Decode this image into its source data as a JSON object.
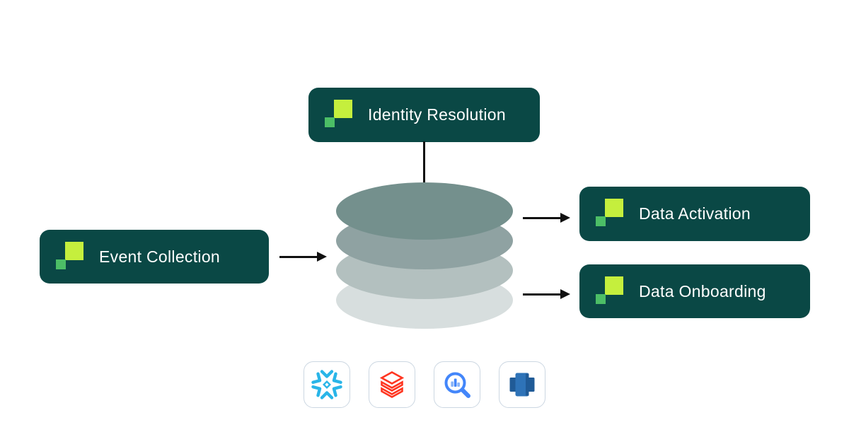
{
  "diagram": {
    "nodes": [
      {
        "id": "identity-resolution",
        "label": "Identity Resolution"
      },
      {
        "id": "event-collection",
        "label": "Event Collection"
      },
      {
        "id": "data-activation",
        "label": "Data Activation"
      },
      {
        "id": "data-onboarding",
        "label": "Data Onboarding"
      }
    ],
    "warehouse_stack": {
      "layer_colors": [
        "#74908D",
        "#8FA2A2",
        "#B3C0BF",
        "#D7DEDE"
      ]
    },
    "integrations": [
      {
        "name": "snowflake-icon",
        "color": "#29B5E8"
      },
      {
        "name": "databricks-icon",
        "color": "#FF3621"
      },
      {
        "name": "bigquery-icon",
        "color": "#4386FA",
        "color_light": "#8AB4F8"
      },
      {
        "name": "redshift-icon",
        "color": "#2E73B8",
        "color_dark": "#205B97"
      }
    ],
    "colors": {
      "node_bg": "#0A4845",
      "node_text": "#FFFFFF",
      "logo_lime": "#C5EF3D",
      "logo_green": "#4CBE66",
      "connector": "#111111",
      "card_border": "#CCD7E2",
      "background": "#FFFFFF"
    }
  }
}
